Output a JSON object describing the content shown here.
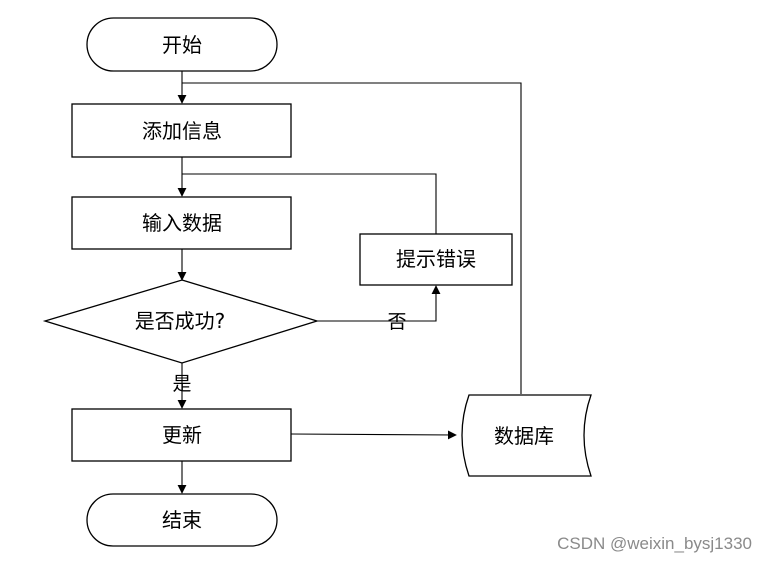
{
  "nodes": {
    "start": "开始",
    "add_info": "添加信息",
    "input_data": "输入数据",
    "decision": "是否成功?",
    "error": "提示错误",
    "update": "更新",
    "database": "数据库",
    "end": "结束"
  },
  "edge_labels": {
    "no": "否",
    "yes": "是"
  },
  "watermark": "CSDN @weixin_bysj1330"
}
